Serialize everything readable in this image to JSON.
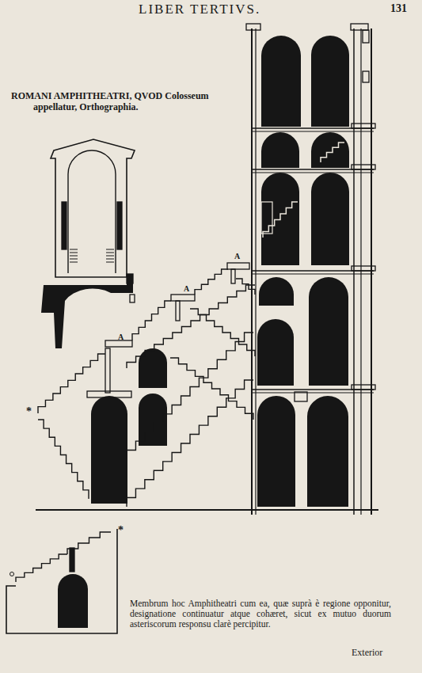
{
  "diagram": {
    "title": "ROMANI AMPHITHEATRI, QVOD Colosseum appellatur, Orthographia.",
    "caption": "Membrum hoc Amphitheatri cum ea, quæ suprà è regione opponitur, designatione continuatur atque cohæret, sicut ex mutuo duorum asteriscorum responsu clarè percipitur.",
    "labels": [
      "LIBER TERTIVS.",
      "131",
      "A",
      "A",
      "A",
      "*",
      "*",
      "Exterior"
    ]
  }
}
